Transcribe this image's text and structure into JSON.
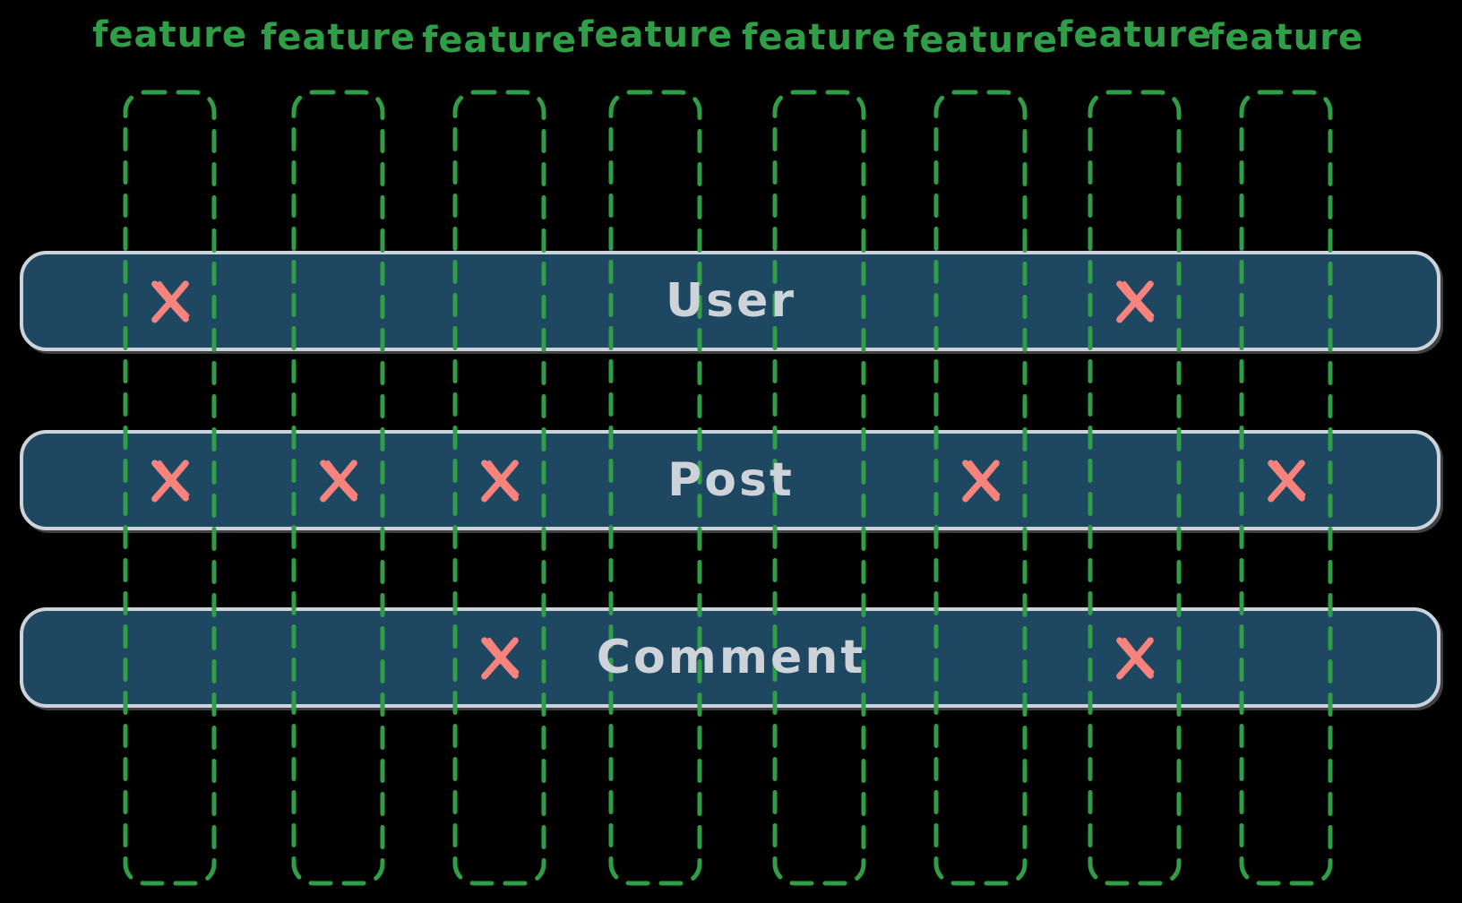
{
  "colors": {
    "background": "#000000",
    "feature_green": "#2f9e47",
    "bar_fill": "#1e4862",
    "bar_border": "#ccd3da",
    "bar_text": "#ced3d9",
    "x_mark": "#f8837c"
  },
  "features": [
    "feature",
    "feature",
    "feature",
    "feature",
    "feature",
    "feature",
    "feature",
    "feature"
  ],
  "rows": [
    {
      "label": "User",
      "marked_columns": [
        1,
        7
      ]
    },
    {
      "label": "Post",
      "marked_columns": [
        1,
        2,
        3,
        6,
        8
      ]
    },
    {
      "label": "Comment",
      "marked_columns": [
        3,
        7
      ]
    }
  ],
  "mark_symbol": "x"
}
